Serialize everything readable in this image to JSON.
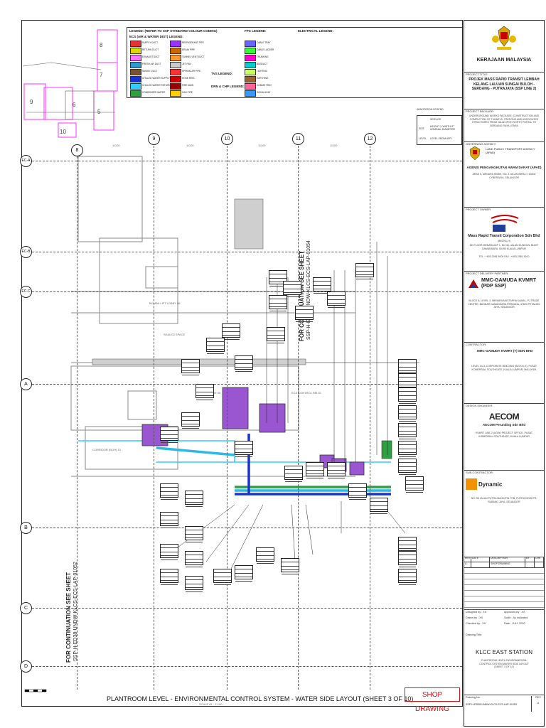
{
  "sheet": {
    "bottom_title": "PLANTROOM LEVEL - ENVIRONMENTAL CONTROL SYSTEM - WATER SIDE LAYOUT (SHEET 3 OF 10)",
    "scale": "SCALE A1 - 1:100",
    "shop_drawing": "SHOP DRAWING",
    "continuation_left": "FOR CONTINUATION SEE SHEET",
    "continuation_left_ref": "SSP-H-ED38-UNDW-KLCS-ECS-LAP-01052",
    "continuation_mid": "FOR CONTINUATION SEE SHEET",
    "continuation_mid_ref": "SSP-H-ED38-UNDW-KLCS-ECS-LAP-01054"
  },
  "legend": {
    "title": "LEGEND: (REFER TO SSP STANDARD COLOUR CODING)",
    "ecs_title": "ECS (AIR & WATER DIST) LEGEND:",
    "tvs_title": "TVS LEGEND:",
    "drn_title": "DRN & CHP LEGEND:",
    "fpc_title": "FPC LEGEND:",
    "elec_title": "ELECTRICAL LEGEND:",
    "items": [
      {
        "label": "SUPPLY DUCT",
        "color": "#e53333"
      },
      {
        "label": "RETURN DUCT",
        "color": "#d9d900"
      },
      {
        "label": "EXHAUST DUCT",
        "color": "#ff77ff"
      },
      {
        "label": "FRESH AIR DUCT",
        "color": "#39c"
      },
      {
        "label": "SMOKE DUCT",
        "color": "#7a5230"
      },
      {
        "label": "CHILLED WATER SUPPLY",
        "color": "#1a33cc"
      },
      {
        "label": "CHILLED WATER RETURN",
        "color": "#33ccff"
      },
      {
        "label": "CONDENSER WATER",
        "color": "#2ea043"
      },
      {
        "label": "REFRIGERANT PIPE",
        "color": "#9933ff"
      },
      {
        "label": "DRAIN PIPE",
        "color": "#cc6600"
      },
      {
        "label": "TUNNEL VENT DUCT",
        "color": "#ff9933"
      },
      {
        "label": "JET FAN",
        "color": "#cccccc"
      },
      {
        "label": "SPRINKLER PIPE",
        "color": "#ff3333"
      },
      {
        "label": "HOSE REEL",
        "color": "#cc0000"
      },
      {
        "label": "FIRE MAIN",
        "color": "#990000"
      },
      {
        "label": "GAS PIPE",
        "color": "#ffcc00"
      },
      {
        "label": "CABLE TRAY",
        "color": "#6666ff"
      },
      {
        "label": "CABLE LADDER",
        "color": "#33ff33"
      },
      {
        "label": "TRUNKING",
        "color": "#ff00cc"
      },
      {
        "label": "BUSDUCT",
        "color": "#00cccc"
      },
      {
        "label": "LIGHTING",
        "color": "#ccff66"
      },
      {
        "label": "EARTHING",
        "color": "#996633"
      },
      {
        "label": "COMMS TRAY",
        "color": "#ff6699"
      },
      {
        "label": "SIGNALLING",
        "color": "#3399ff"
      }
    ]
  },
  "grid": {
    "columns": [
      "8",
      "9",
      "10",
      "11",
      "12"
    ],
    "rows": [
      "EC-A",
      "EC-B",
      "EC-C",
      "A",
      "B",
      "C",
      "D"
    ],
    "spans": [
      "11100",
      "11100",
      "11100",
      "11100"
    ]
  },
  "rooms": {
    "sealed_space": "SEALED SPACE",
    "bomba_lobby": "BOMBA LIFT LOBBY 06",
    "corridor": "CORRIDOR (BOH) 13",
    "ecs_plant": "ECS PLANT RM 05",
    "ecs_control": "ECS CONTROL RM 02"
  },
  "annotation_legend": {
    "title": "ANNOTATION LEGEND",
    "service": "SERVICE",
    "size": "SIZE",
    "size_desc": "HEIGHT X WIDTH IF NOMINAL DIAMETER",
    "level": "LEVEL",
    "level_desc": "LEVEL FROM AFFL"
  },
  "title_block": {
    "client": "KERAJAAN MALAYSIA",
    "project_title_label": "PROJECT TITLE:",
    "project_title": "PROJEK MASS RAPID TRANSIT LEMBAH KELANG LALUAN SUNGAI BULOH - SERDANG - PUTRAJAYA (SSP LINE 2)",
    "package_label": "PROJECT PACKAGE:",
    "package": "UNDERGROUND WORKS PACKAGE: CONSTRUCTION AND COMPLETION OF TUNNELS, STATIONS AND ASSOCIATED STRUCTURES FROM JALAN IPOH NORTH PORTAL TO SERDANG RAYA UTARA",
    "agency_label": "GOVERNING AGENCY:",
    "agency_name": "AGENSI PENGANGKUTAN AWAM DARAT (APAD)",
    "agency_en": "LAND PUBLIC TRANSPORT AGENCY (APAD)",
    "agency_addr": "ARAS 6, MENARA SKMM, NO. 3 JALAN IMPACT, 63000 CYBERJAYA, SELANGOR",
    "owner_label": "PROJECT OWNER:",
    "owner_name": "Mass Rapid Transit Corporation Sdn Bhd",
    "owner_reg": "(860291-H)",
    "owner_addr": "5th FLOOR MENARA I&P 1, NO 46, JALAN DUNGUN, BUKIT DAMANSARA, 50490 KUALA LUMPUR",
    "owner_tel": "TEL : +603-2081 5000  FAX : +603-2081 5100",
    "pdp_label": "PROJECT DELIVERY PARTNER:",
    "pdp_name": "MMC-GAMUDA KVMRT (PDP SSP)",
    "pdp_addr": "BLOCK A, LEVEL 3, MENARA MUSTAPHA KAMAL, PJ TRADE CENTRE, BANDAR DAMANSARA PERDANA, 47820 PETALING JAYA, SELANGOR",
    "contractor_label": "CONTRACTOR:",
    "contractor_name": "MMC-GAMUDA KVMRT (T) SDN BHD",
    "contractor_addr": "LEVEL 14-3, CORPORATE BUILDING (BLOCK E), PUSAT KOMERSIAL SOUTHGATE, KUALA LUMPUR, MALAYSIA",
    "designer_label": "DESIGN ENGINEER:",
    "designer_name": "AECOM Perunding Sdn Bhd",
    "designer_addr": "KVMRT LINE 2 (UGW) PROJECT OFFICE, PUSAT KOMERSIAL SOUTHGATE, KUALA LUMPUR",
    "subcon_label": "SUB-CONTRACTOR:",
    "subcon_name": "Dynamic",
    "subcon_addr": "NO. 35 JALAN PUTRA MAHKOTA 7/7B, PUTRA HEIGHTS, SUBANG JAYA, SELANGOR",
    "rev_headers": [
      "REV",
      "DATE",
      "DESCRIPTION",
      "BY",
      "CHK"
    ],
    "rev_row": [
      "A",
      "",
      "SHOP DRAWING",
      "",
      ""
    ],
    "designed_by": "Designed by : XX",
    "approved_by": "Approved by : XX",
    "drawn_by": "Drawn by : XX",
    "scale": "Scale : As indicated",
    "checked_by": "Checked by : XX",
    "date": "Date : JULY 2020",
    "drawing_title_label": "Drawing Title:",
    "station": "KLCC EAST STATION",
    "drawing_sub": "PLANTROOM LEVEL ENVIRONMENTAL CONTROL SYSTEM WATER SIDE LAYOUT (SHEET 3 OF 10)",
    "drawing_no_label": "Drawing No.",
    "drawing_no": "SSP-H-ED38-UNDW-KLCS-ECS-LAP-01053",
    "rev_label": "REV",
    "rev_value": "A"
  }
}
